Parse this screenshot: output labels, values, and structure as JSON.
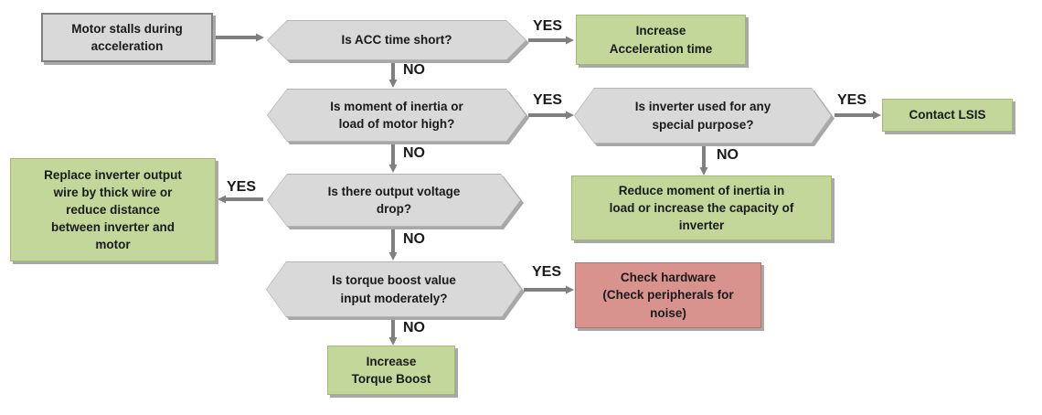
{
  "labels": {
    "yes": "YES",
    "no": "NO"
  },
  "colors": {
    "decision_fill": "#d9d9d9",
    "decision_border": "#b3b3b3",
    "start_border": "#808080",
    "action_fill": "#c4d79b",
    "action_border": "#a3b873",
    "alert_fill": "#d9938f",
    "alert_border": "#bc6e6a",
    "arrow": "#7f7f7f",
    "shadow": "#a8a8a8",
    "text": "#1a1a1a"
  },
  "nodes": {
    "start": {
      "text": "Motor stalls during\nacceleration"
    },
    "q_acc_time": {
      "text": "Is ACC time short?"
    },
    "a_increase_accel": {
      "text": "Increase\nAcceleration time"
    },
    "q_inertia": {
      "text": "Is moment of inertia or\nload of motor high?"
    },
    "q_special_purpose": {
      "text": "Is inverter used for any\nspecial purpose?"
    },
    "a_contact_lsis": {
      "text": "Contact LSIS"
    },
    "a_replace_wire": {
      "text": "Replace inverter output\nwire by thick wire or\nreduce distance\nbetween inverter and\nmotor"
    },
    "q_voltage_drop": {
      "text": "Is there output voltage\ndrop?"
    },
    "a_reduce_inertia": {
      "text": "Reduce moment of inertia in\nload or increase the capacity of\ninverter"
    },
    "q_torque_boost": {
      "text": "Is torque boost value\ninput moderately?"
    },
    "a_check_hardware": {
      "text": "Check hardware\n(Check peripherals for\nnoise)"
    },
    "a_increase_torque": {
      "text": "Increase\nTorque Boost"
    }
  }
}
